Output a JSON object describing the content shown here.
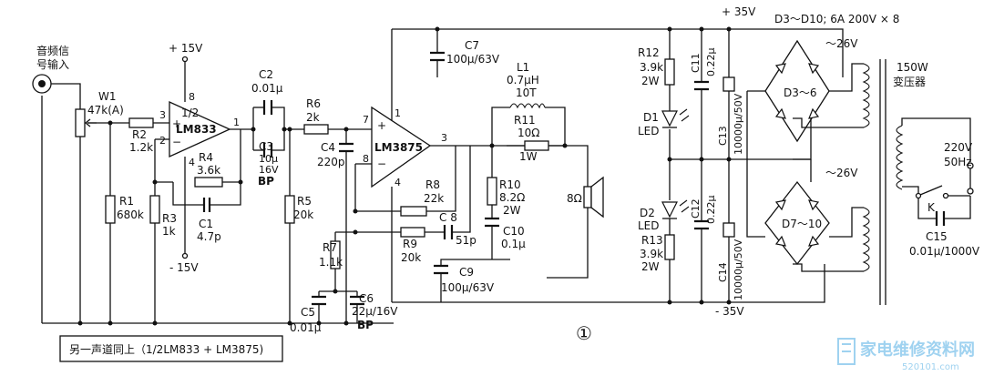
{
  "labels": {
    "input": [
      "音频信",
      "号输入"
    ],
    "w1": "W1",
    "w1_val": "47k(A)",
    "r1": "R1",
    "r1_val": "680k",
    "r2": "R2",
    "r2_val": "1.2k",
    "r3": "R3",
    "r3_val": "1k",
    "r4": "R4",
    "r4_val": "3.6k",
    "c1": "C1",
    "c1_val": "4.7p",
    "u1_title": "1/2",
    "u1_name": "LM833",
    "pin3": "3",
    "pin2": "2",
    "pin8": "8",
    "pin4": "4",
    "pin1": "1",
    "vplus15": "+ 15V",
    "vminus15": "- 15V",
    "c2": "C2",
    "c2_val": "0.01μ",
    "c3": "C3",
    "c3_val": [
      "10μ",
      "16V"
    ],
    "c3_bp": "BP",
    "r5": "R5",
    "r5_val": "20k",
    "r6": "R6",
    "r6_val": "2k",
    "c4": "C4",
    "c4_val": "220p",
    "u2_name": "LM3875",
    "u2_pin7": "7",
    "u2_pin8": "8",
    "u2_pin1": "1",
    "u2_pin3": "3",
    "u2_pin4": "4",
    "r7": "R7",
    "r7_val": "1.1k",
    "c5": "C5",
    "c5_val": "0.01μ",
    "c6": "C6",
    "c6_val": "22μ/16V",
    "c6_bp": "BP",
    "r8": "R8",
    "r8_val": "22k",
    "r9": "R9",
    "r9_val": "20k",
    "c8": "C 8",
    "c8_val": "51p",
    "c7": "C7",
    "c7_val": "100μ/63V",
    "c9": "C9",
    "c9_val": "100μ/63V",
    "c10": "C10",
    "c10_val": "0.1μ",
    "l1": "L1",
    "l1_val": [
      "0.7μH",
      "10T"
    ],
    "r11": "R11",
    "r11_val": [
      "10Ω",
      "1W"
    ],
    "r10": "R10",
    "r10_val": [
      "8.2Ω",
      "2W"
    ],
    "speaker": "8Ω",
    "vplus35": "+ 35V",
    "vminus35": "- 35V",
    "diodes_note": "D3～D10; 6A 200V × 8",
    "r12": "R12",
    "r12_val": [
      "3.9k",
      "2W"
    ],
    "d1": "D1",
    "led1": "LED",
    "c11": "C11",
    "c11_val": "0.22μ",
    "c13": "C13",
    "c13_val": "10000μ/50V",
    "d2": "D2",
    "led2": "LED",
    "r13": "R13",
    "r13_val": [
      "3.9k",
      "2W"
    ],
    "c12": "C12",
    "c12_val": "0.22μ",
    "c14": "C14",
    "c14_val": "10000μ/50V",
    "bridge1": "D3～6",
    "bridge2": "D7～10",
    "ac26a": "～26V",
    "ac26b": "～26V",
    "transformer": [
      "150W",
      "变压器"
    ],
    "mains": [
      "220V",
      "50Hz"
    ],
    "switch": "K",
    "c15": "C15",
    "c15_val": "0.01μ/1000V",
    "note": "另一声道同上（1/2LM833 + LM3875)",
    "figure_no": "①",
    "watermark": "家电维修资料网",
    "watermark_url": "520101.com"
  }
}
